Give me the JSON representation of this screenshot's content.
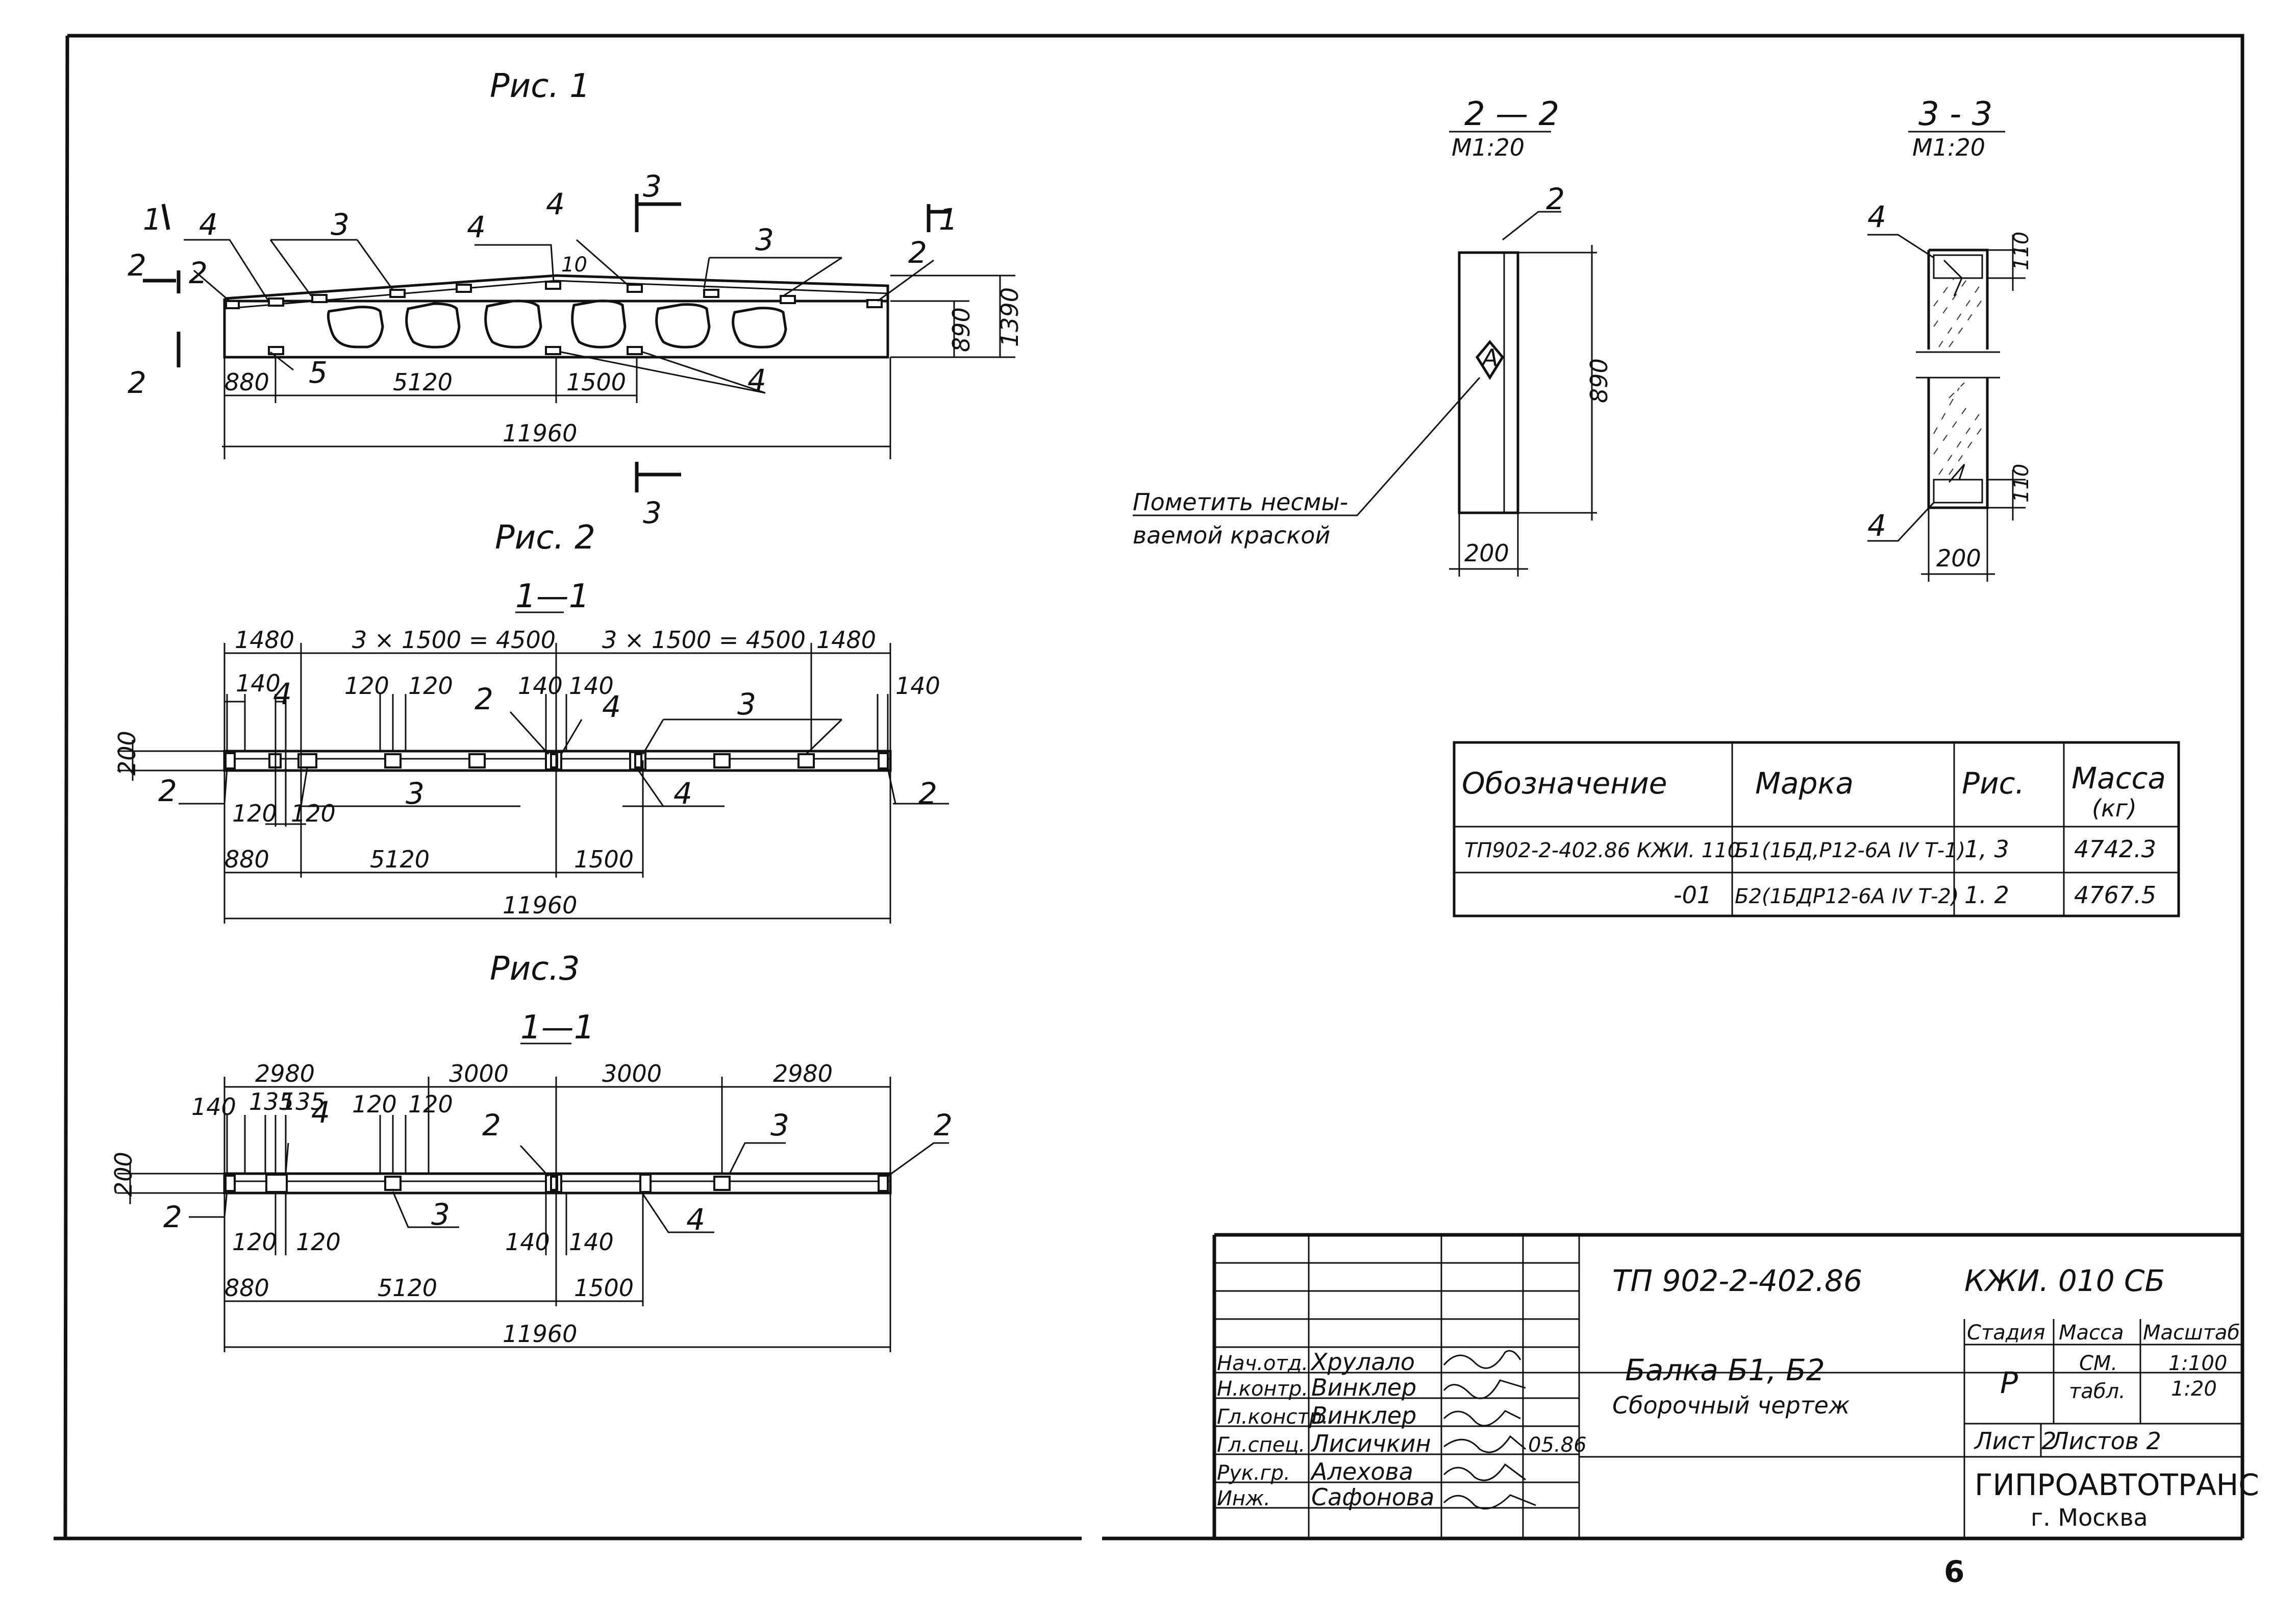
{
  "page_number": "6",
  "fig1": {
    "title": "Рис. 1",
    "dims": {
      "d880": "880",
      "d5120": "5120",
      "d1500": "1500",
      "d11960": "11960",
      "d890": "890",
      "d1390": "1390",
      "d10": "10"
    },
    "callouts": {
      "c1a": "1",
      "c1b": "1",
      "c2a": "2",
      "c2b": "2",
      "c2c": "2",
      "c3a": "3",
      "c3b": "3",
      "c3c": "3",
      "c3d": "3",
      "c4a": "4",
      "c4b": "4",
      "c4c": "4",
      "c4d": "4",
      "c5": "5"
    }
  },
  "fig2": {
    "title": "Рис. 2",
    "section": "1—1",
    "dims": {
      "d1480a": "1480",
      "d4500a": "3 × 1500 = 4500",
      "d4500b": "3 × 1500 = 4500",
      "d1480b": "1480",
      "d140a": "140",
      "d120a": "120",
      "d120b": "120",
      "d140b": "140",
      "d140c": "140",
      "d140d": "140",
      "d200": "200",
      "d120c": "120",
      "d120d": "120",
      "d880": "880",
      "d5120": "5120",
      "d1500": "1500",
      "d11960": "11960"
    },
    "callouts": {
      "c4a": "4",
      "c2a": "2",
      "c4b": "4",
      "c3a": "3",
      "c3b": "3",
      "c2b": "2",
      "c4c": "4",
      "c2c": "2"
    }
  },
  "fig3": {
    "title": "Рис.3",
    "section": "1—1",
    "dims": {
      "d2980a": "2980",
      "d3000a": "3000",
      "d3000b": "3000",
      "d2980b": "2980",
      "d140a": "140",
      "d135a": "135",
      "d135b": "135",
      "d120a": "120",
      "d120b": "120",
      "d200": "200",
      "d120c": "120",
      "d120d": "120",
      "d140b": "140",
      "d140c": "140",
      "d880": "880",
      "d5120": "5120",
      "d1500": "1500",
      "d11960": "11960"
    },
    "callouts": {
      "c4a": "4",
      "c2a": "2",
      "c3a": "3",
      "c2b": "2",
      "c2c": "2",
      "c3b": "3",
      "c4b": "4"
    }
  },
  "sec22": {
    "title": "2 — 2",
    "scale": "М1:20",
    "callout": "2",
    "mark": "А",
    "dims": {
      "d890": "890",
      "d200": "200"
    },
    "note_line1": "Пометить несмы-",
    "note_line2": "ваемой краской"
  },
  "sec33": {
    "title": "3 - 3",
    "scale": "М1:20",
    "callouts": {
      "c4a": "4",
      "c4b": "4"
    },
    "dims": {
      "d110a": "110",
      "d110b": "110",
      "d200": "200"
    }
  },
  "spec_table": {
    "headers": {
      "designation": "Обозначение",
      "mark": "Марка",
      "fig": "Рис.",
      "mass": "Масса",
      "mass_unit": "(кг)"
    },
    "rows": [
      {
        "designation": "ТП902-2-402.86 КЖИ. 110",
        "mark": "Б1(1БД,Р12-6А IV Т-1)",
        "fig": "1, 3",
        "mass": "4742.3"
      },
      {
        "designation": "-01",
        "mark": "Б2(1БДР12-6А IV Т-2)",
        "fig": "1. 2",
        "mass": "4767.5"
      }
    ]
  },
  "title_block": {
    "project": "ТП 902-2-402.86",
    "code": "КЖИ. 010 СБ",
    "name_line1": "Балка Б1, Б2",
    "name_line2": "Сборочный чертеж",
    "stage_header": "Стадия",
    "mass_header": "Масса",
    "scale_header": "Масштаб",
    "stage": "Р",
    "mass_line1": "СМ.",
    "mass_line2": "табл.",
    "scale_line1": "1:100",
    "scale_line2": "1:20",
    "sheet": "Лист 2",
    "sheets": "Листов 2",
    "org_line1": "ГИПРОАВТОТРАНС",
    "org_line2": "г. Москва",
    "roles": [
      {
        "role": "Нач.отд.",
        "name": "Хрулало"
      },
      {
        "role": "Н.контр.",
        "name": "Винклер"
      },
      {
        "role": "Гл.констр.",
        "name": "Винклер"
      },
      {
        "role": "Гл.спец.",
        "name": "Лисичкин"
      },
      {
        "role": "Рук.гр.",
        "name": "Алехова"
      },
      {
        "role": "Инж.",
        "name": "Сафонова"
      }
    ],
    "date": "05.86"
  }
}
